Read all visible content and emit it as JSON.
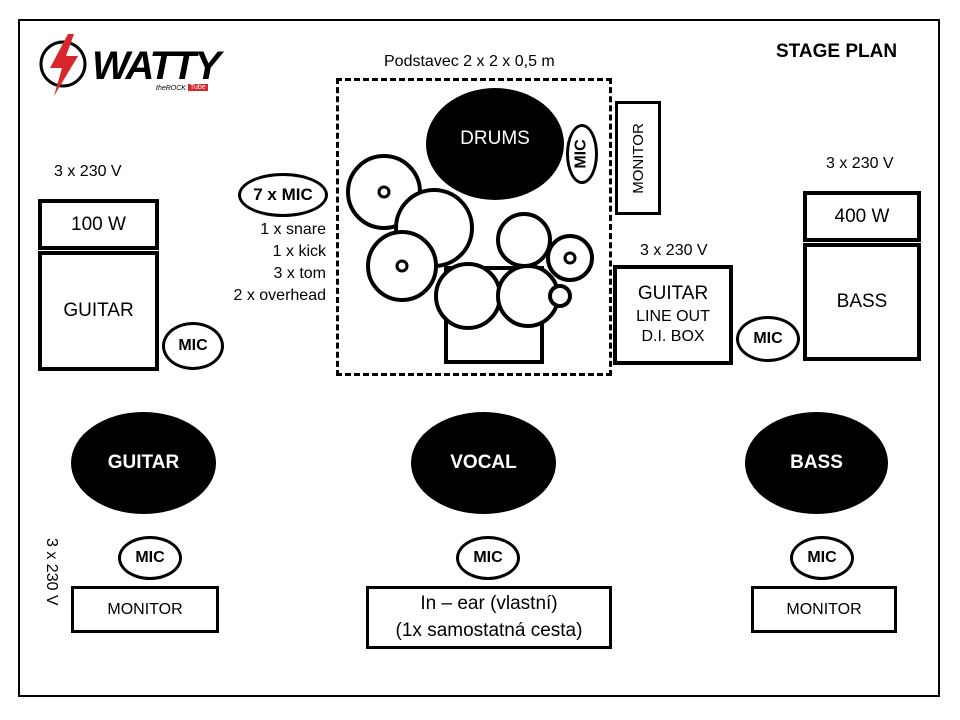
{
  "title": "STAGE PLAN",
  "logo": {
    "wordmark": "WATTY",
    "tagline": "theROCK",
    "badge": "Tube",
    "accent_color": "#d9262c",
    "icon": "lightning-bolt-icon"
  },
  "drum_riser": {
    "label": "Podstavec 2 x 2 x 0,5 m",
    "drums_label": "DRUMS",
    "drums_mic": "MIC",
    "monitor": "MONITOR",
    "mic_group": "7 x MIC",
    "mic_list": [
      "1 x snare",
      "1 x kick",
      "3 x tom",
      "2 x overhead"
    ]
  },
  "left_guitar": {
    "power": "3 x 230 V",
    "amp_head": "100 W",
    "cabinet": "GUITAR",
    "mic": "MIC"
  },
  "center_guitar": {
    "power": "3 x 230 V",
    "line1": "GUITAR",
    "line2": "LINE OUT",
    "line3": "D.I. BOX",
    "mic": "MIC"
  },
  "bass_rig": {
    "power": "3 x 230 V",
    "amp_head": "400 W",
    "cabinet": "BASS"
  },
  "performers": {
    "guitar": "GUITAR",
    "vocal": "VOCAL",
    "bass": "BASS"
  },
  "front": {
    "left_power": "3 x 230 V",
    "left_mic": "MIC",
    "left_monitor": "MONITOR",
    "center_mic": "MIC",
    "inear_line1": "In – ear (vlastní)",
    "inear_line2": "(1x samostatná cesta)",
    "right_mic": "MIC",
    "right_monitor": "MONITOR"
  }
}
